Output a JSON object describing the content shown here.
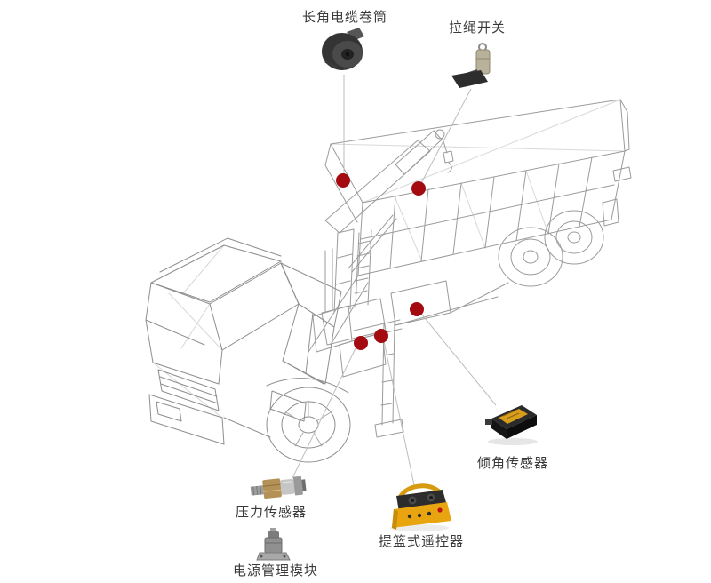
{
  "diagram": {
    "type": "annotated-equipment-diagram",
    "subject": "truck-mounted-crane-wireframe",
    "labels": {
      "cable_reel": "长角电缆卷筒",
      "pull_switch": "拉绳开关",
      "tilt_sensor": "倾角传感器",
      "pressure_sensor": "压力传感器",
      "power_module": "电源管理模块",
      "remote_control": "提篮式遥控器"
    },
    "markers": {
      "count": 5,
      "color": "#a40b10"
    },
    "colors": {
      "background": "#ffffff",
      "marker": "#a40b10",
      "leader_line": "#bdbdbd",
      "wireframe": "#9b9b9b",
      "label_text": "#3a3a3a",
      "accent_yellow": "#e8a50f"
    },
    "illustrations": [
      {
        "name": "cable-reel-image",
        "depicts": "dark spring cable reel drum"
      },
      {
        "name": "pull-switch-image",
        "depicts": "pull-rope switch with ring and base"
      },
      {
        "name": "tilt-sensor-image",
        "depicts": "black box tilt sensor with yellow top label"
      },
      {
        "name": "pressure-sensor-image",
        "depicts": "brass hex pressure transducer"
      },
      {
        "name": "power-module-image",
        "depicts": "small grey power management module"
      },
      {
        "name": "remote-control-image",
        "depicts": "yellow and black basket style radio remote"
      }
    ]
  }
}
